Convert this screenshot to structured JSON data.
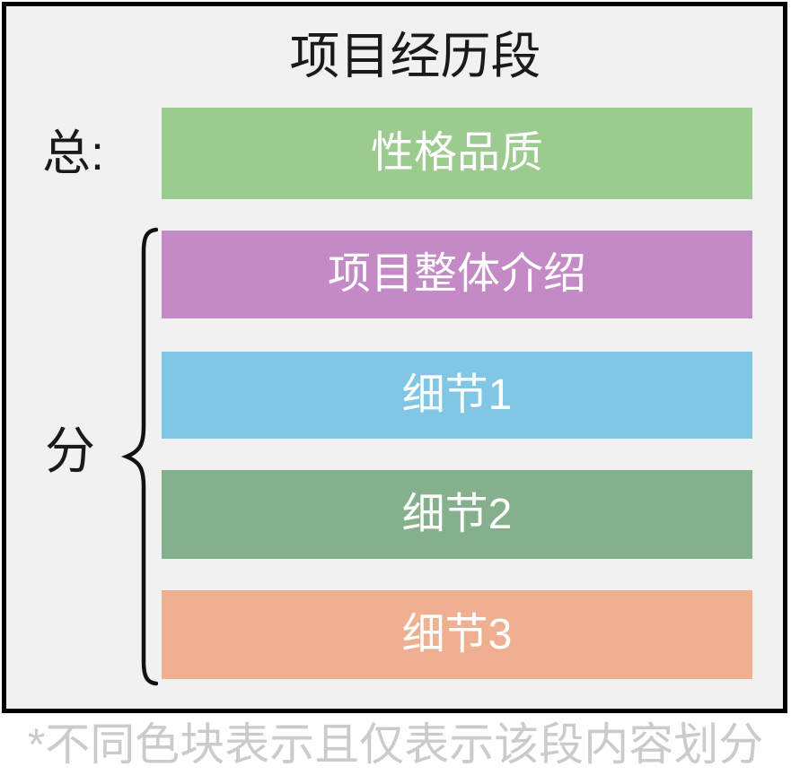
{
  "diagram": {
    "title": "项目经历段",
    "footnote": "*不同色块表示且仅表示该段内容划分",
    "left_labels": {
      "zong": "总:",
      "fen": "分"
    },
    "bars": [
      {
        "label": "性格品质",
        "color": "#9CCB8F",
        "group": "zong"
      },
      {
        "label": "项目整体介绍",
        "color": "#C48AC6",
        "group": "fen"
      },
      {
        "label": "细节1",
        "color": "#7FC7E5",
        "group": "fen"
      },
      {
        "label": "细节2",
        "color": "#85B08C",
        "group": "fen"
      },
      {
        "label": "细节3",
        "color": "#EEB091",
        "group": "fen"
      }
    ],
    "colors": {
      "frame_border": "#000000",
      "frame_background": "#F1F1F2",
      "bar_text": "#FFFFFF",
      "title_text": "#1A1A1A",
      "footnote_text": "#CBCBCB",
      "brace_stroke": "#111111"
    }
  }
}
